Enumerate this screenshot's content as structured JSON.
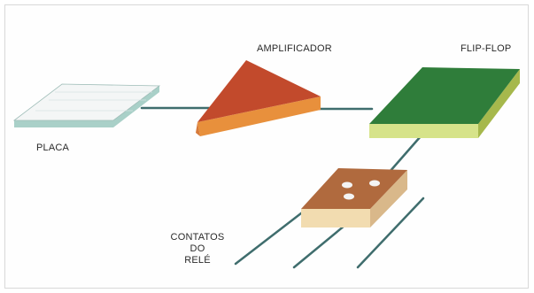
{
  "labels": {
    "placa": "PLACA",
    "amplificador": "AMPLIFICADOR",
    "flipflop": "FLIP-FLOP",
    "contatos": [
      "CONTATOS",
      "DO",
      "RELÉ"
    ]
  },
  "colors": {
    "wire": "#3f6d6d",
    "placa_top": "#f4f6f6",
    "placa_edge": "#a9d0c8",
    "amp_top": "#c24a2c",
    "amp_front": "#e8903c",
    "amp_side": "#d77a3a",
    "ff_top": "#2f7d3a",
    "ff_front": "#d6e38a",
    "ff_side": "#a6b84c",
    "relay_top": "#b06a3e",
    "relay_front": "#f2dcb0",
    "relay_side": "#d9b88a",
    "relay_holes": "#f4f4f4"
  }
}
